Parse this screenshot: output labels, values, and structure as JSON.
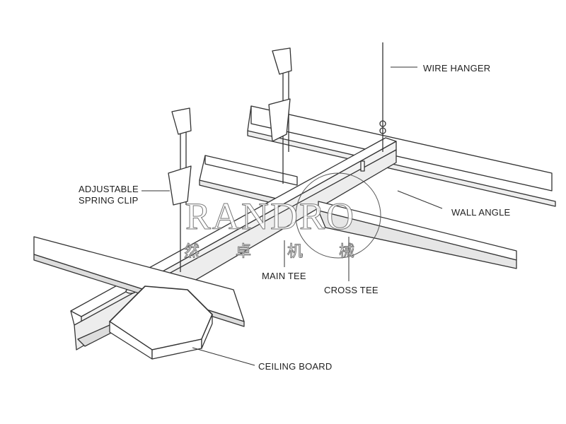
{
  "labels": {
    "wire_hanger": "WIRE HANGER",
    "adjustable_spring_clip_1": "ADJUSTABLE",
    "adjustable_spring_clip_2": "SPRING CLIP",
    "wall_angle": "WALL ANGLE",
    "main_tee": "MAIN TEE",
    "cross_tee": "CROSS TEE",
    "ceiling_board": "CEILING BOARD"
  },
  "watermark": {
    "brand": "RANDRO",
    "chinese": "然 卓 机 械"
  }
}
